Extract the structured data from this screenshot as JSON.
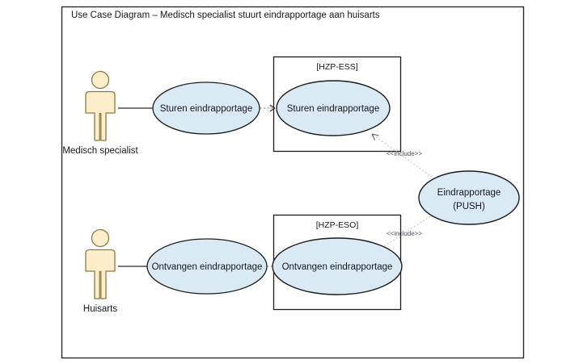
{
  "diagram": {
    "title": "Use Case Diagram – Medisch specialist stuurt eindrapportage aan huisarts",
    "type": "uml-use-case-diagram",
    "colors": {
      "frame_border": "#2b2b2b",
      "usecase_fill": "#d9eaf4",
      "usecase_border": "#1c1c1c",
      "actor_fill": "#fceecb",
      "actor_border": "#8a7a3f",
      "system_border": "#1c1c1c",
      "connector": "#2b2b2b",
      "include_line": "#b9b9b9",
      "text": "#16181c",
      "background": "#ffffff"
    },
    "actors": [
      {
        "id": "medisch-specialist",
        "label": "Medisch specialist"
      },
      {
        "id": "huisarts",
        "label": "Huisarts"
      }
    ],
    "use_cases": [
      {
        "id": "sturen-eindrapportage-actor",
        "label": "Sturen eindrapportage"
      },
      {
        "id": "sturen-eindrapportage-system",
        "label": "Sturen eindrapportage"
      },
      {
        "id": "ontvangen-eindrapportage-actor",
        "label": "Ontvangen eindrapportage"
      },
      {
        "id": "ontvangen-eindrapportage-system",
        "label": "Ontvangen eindrapportage"
      },
      {
        "id": "eindrapportage-push",
        "label_line1": "Eindrapportage",
        "label_line2": "(PUSH)"
      }
    ],
    "systems": [
      {
        "id": "hzp-ess",
        "label": "[HZP-ESS]"
      },
      {
        "id": "hzp-eso",
        "label": "[HZP-ESO]"
      }
    ],
    "relationships": [
      {
        "id": "include-ess-push",
        "stereotype": "<<include>>"
      },
      {
        "id": "include-eso-push",
        "stereotype": "<<include>>"
      }
    ]
  }
}
